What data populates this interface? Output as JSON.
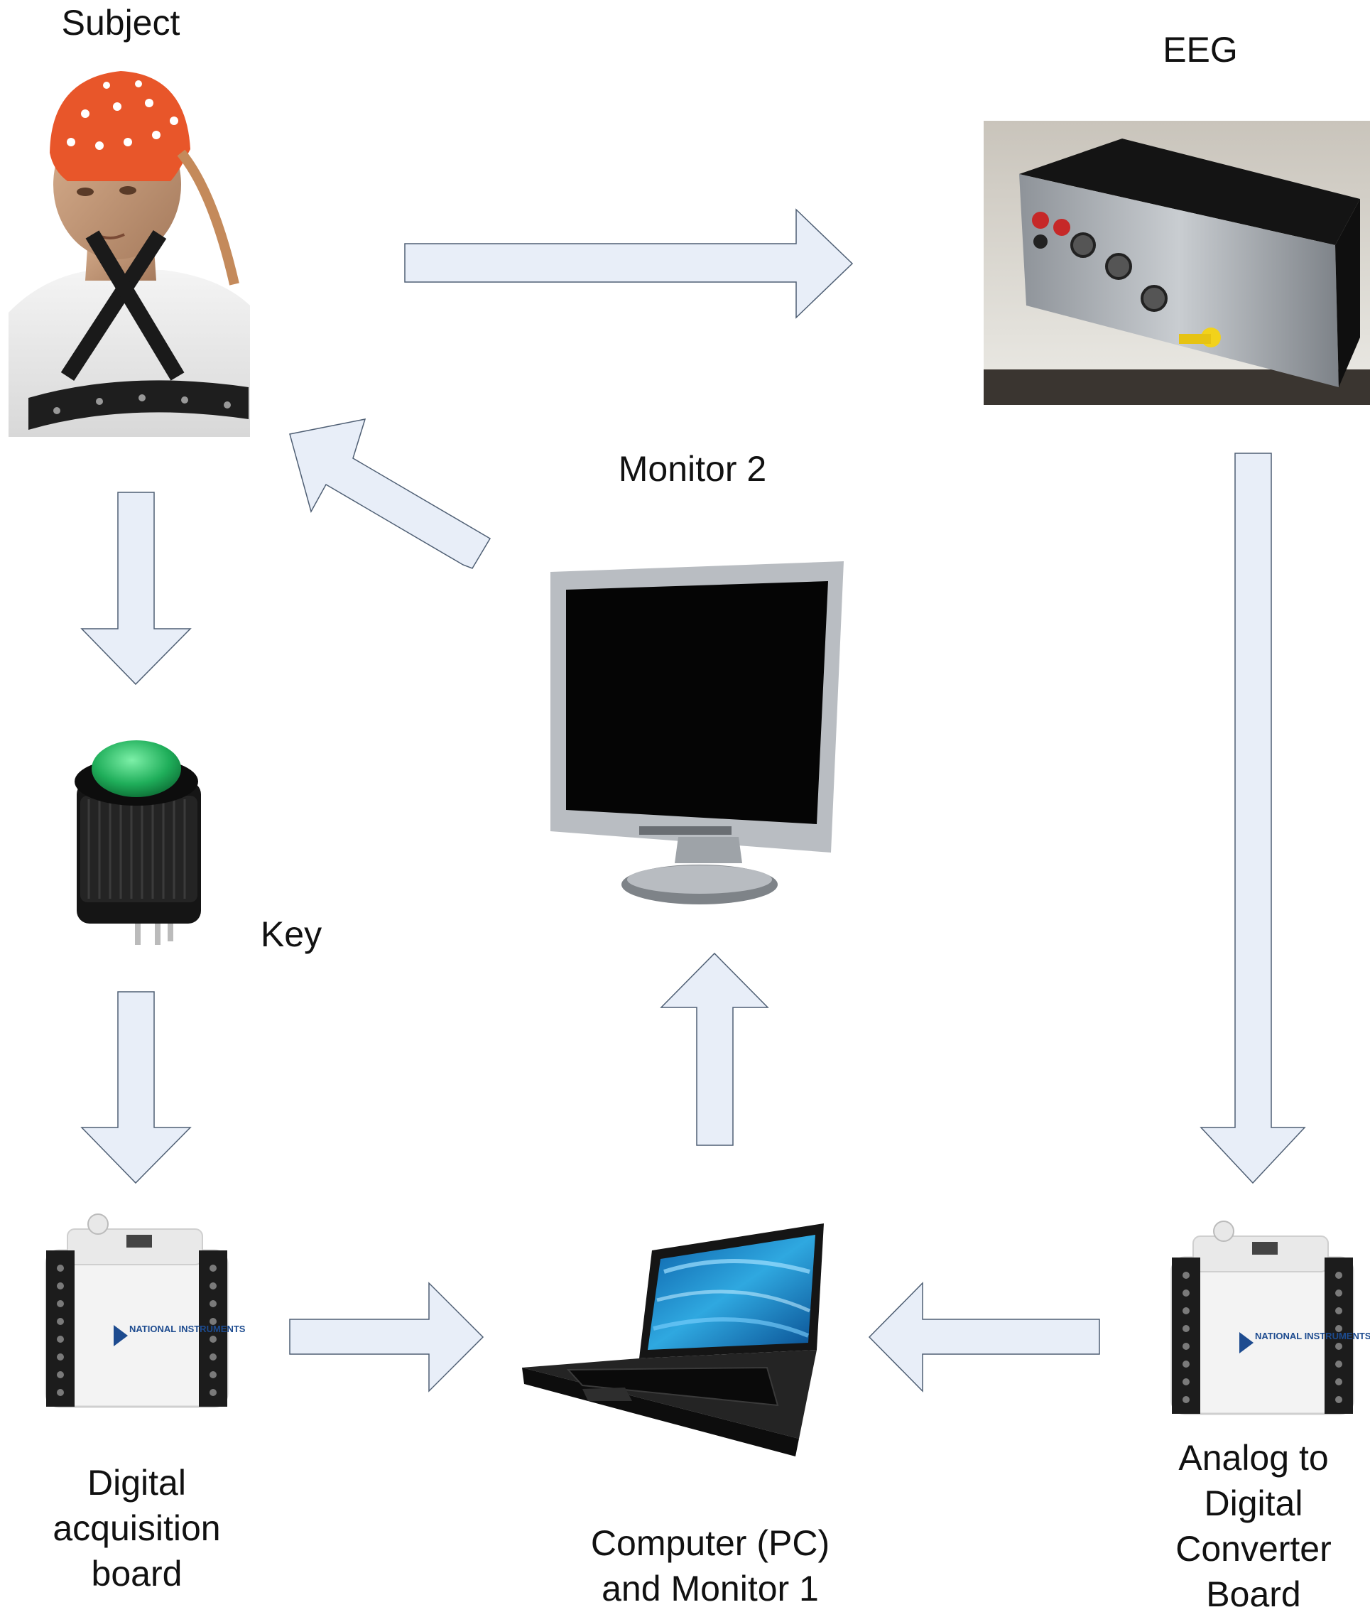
{
  "labels": {
    "subject": "Subject",
    "eeg": "EEG",
    "monitor2": "Monitor 2",
    "key": "Key",
    "daq_line1": "Digital",
    "daq_line2": "acquisition",
    "daq_line3": "board",
    "pc_line1": "Computer (PC)",
    "pc_line2": "and Monitor 1",
    "adc_line1": "Analog to",
    "adc_line2": "Digital",
    "adc_line3": "Converter",
    "adc_line4": "Board"
  },
  "device_branding": {
    "brand": "NATIONAL INSTRUMENTS"
  },
  "colors": {
    "arrow_fill": "#e8eef8",
    "arrow_stroke": "#4f5f74",
    "eeg_cap": "#e8562a",
    "key_button": "#1fae5a"
  },
  "icons": [
    "subject-eeg-cap-image",
    "eeg-amplifier-image",
    "monitor-image",
    "push-button-key-image",
    "daq-board-image",
    "laptop-image",
    "adc-board-image"
  ]
}
